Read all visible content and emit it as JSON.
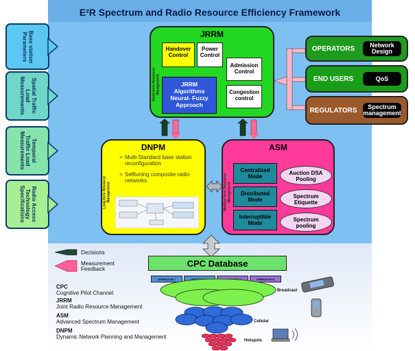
{
  "title": "E²R Spectrum and Radio Resource Efficiency Framework",
  "left_tabs": [
    "Base station\nParameters",
    "Spatial Traffic\nLoad\nMeasurements",
    "Temporal\nTraffic Load\nMeasurements",
    "Radio Access\nTechnology\nSpecifications"
  ],
  "jrrm": {
    "title": "JRRM",
    "side_label": "Short term Resource\nManagement",
    "handover": "Handover Control",
    "power": "Power Control",
    "admission": "Admission Control",
    "congestion": "Congestion control",
    "algorithms": "JRRM Algorithms Neural- Fuzzy Approach"
  },
  "dnpm": {
    "title": "DNPM",
    "side_label": "Long term Resource\nManagement",
    "items": [
      "Multi-Standard base station reconfiguration",
      "Selftuning composite radio networks"
    ],
    "bullet": ">"
  },
  "asm": {
    "title": "ASM",
    "side_label": "Medium term Resource\nManagement",
    "modes": [
      "Centralized Mode",
      "Distributed Mode",
      "Interruptible Mode"
    ],
    "ellipses": [
      "Auction DSA Pooling",
      "Spectrum Etiquette",
      "Spectrum pooling"
    ]
  },
  "panels": [
    {
      "label": "OPERATORS",
      "box": "Network Design",
      "color": "#1f9b1f"
    },
    {
      "label": "END USERS",
      "box": "QoS",
      "color": "#1a9e1a"
    },
    {
      "label": "REGULATORS",
      "box": "Spectrum management",
      "color": "#9b5a2c"
    }
  ],
  "legend": {
    "decisions": "Decisions",
    "measurement": "Measurement Feedback"
  },
  "cpc": {
    "title": "CPC Database",
    "operators": [
      "OPERATOR 1",
      "OPERATOR 2",
      "OPERATOR 3",
      "OPERATOR N"
    ]
  },
  "acronyms": [
    {
      "abbr": "CPC",
      "full": "Cognitive Pilot Channel"
    },
    {
      "abbr": "JRRM",
      "full": "Joint Radio Resource Management"
    },
    {
      "abbr": "ASM",
      "full": "Advanced Spectrum Management"
    },
    {
      "abbr": "DNPM",
      "full": "Dynamic Network Planning and Management"
    }
  ],
  "layers": {
    "broadcast": "Broadcast",
    "cellular": "Cellular",
    "hotspots": "Hotspots"
  },
  "colors": {
    "jrrm": "#22d822",
    "dnpm": "#ffff00",
    "asm": "#ff3a9a",
    "algorithms": "#2f57d8",
    "mode": "#1f8a9c",
    "tab": "#5cc7f3"
  }
}
